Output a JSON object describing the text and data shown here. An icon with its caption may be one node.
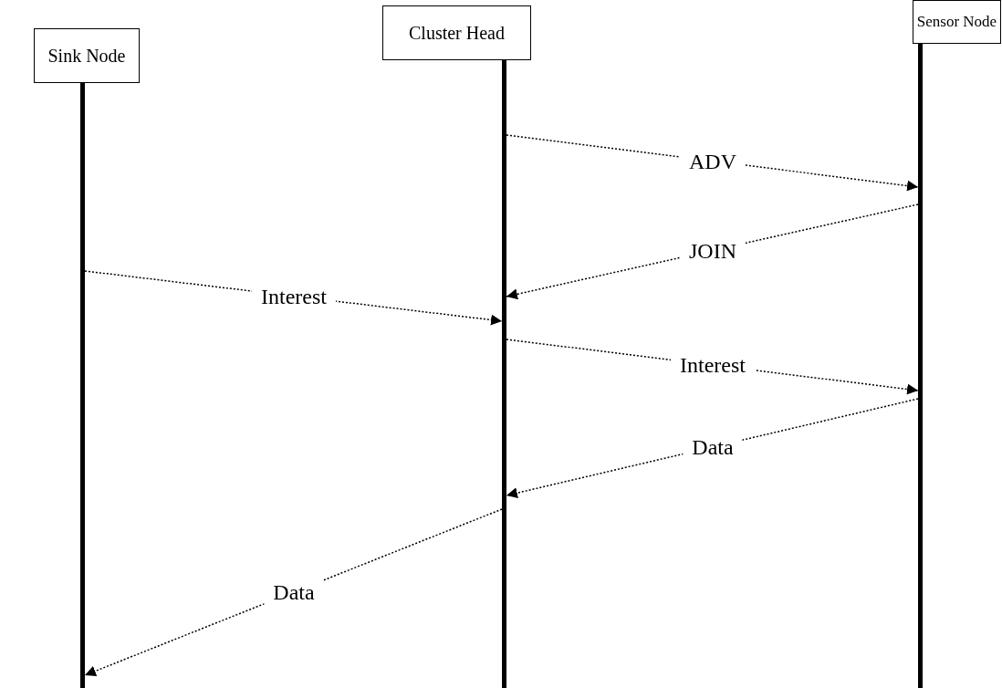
{
  "diagram": {
    "nodes": [
      {
        "text": [
          "Sink Node"
        ]
      },
      {
        "text": [
          "Cluster Head"
        ]
      },
      {
        "text": [
          "Sensor Node"
        ]
      },
      {
        "text": [],
        "shape": "bar"
      },
      {
        "text": [],
        "shape": "bar"
      },
      {
        "text": [],
        "shape": "bar"
      }
    ],
    "edges": [
      {
        "from": 4,
        "to": 5,
        "arrow": "to",
        "label": "ADV"
      },
      {
        "from": 5,
        "to": 4,
        "arrow": "to",
        "label": "JOIN"
      },
      {
        "from": 3,
        "to": 4,
        "arrow": "to",
        "label": "Interest"
      },
      {
        "from": 4,
        "to": 5,
        "arrow": "to",
        "label": "Interest"
      },
      {
        "from": 5,
        "to": 4,
        "arrow": "to",
        "label": "Data"
      },
      {
        "from": 4,
        "to": 3,
        "arrow": "to",
        "label": "Data"
      }
    ]
  }
}
